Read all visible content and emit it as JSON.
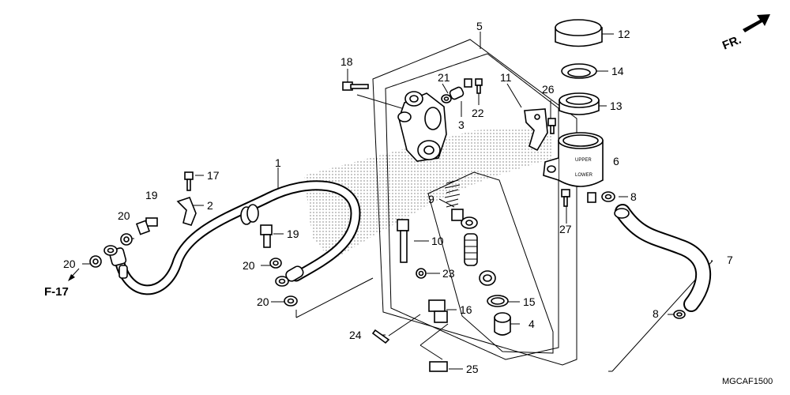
{
  "diagram": {
    "orientation": "FR.",
    "reference": "F-17",
    "code": "MGCAF1500",
    "reservoir_marks": {
      "upper": "UPPER",
      "lower": "LOWER"
    },
    "callouts": [
      {
        "id": "c1",
        "label": "1"
      },
      {
        "id": "c2",
        "label": "2"
      },
      {
        "id": "c3",
        "label": "3"
      },
      {
        "id": "c4",
        "label": "4"
      },
      {
        "id": "c5",
        "label": "5"
      },
      {
        "id": "c6",
        "label": "6"
      },
      {
        "id": "c7",
        "label": "7"
      },
      {
        "id": "c8a",
        "label": "8"
      },
      {
        "id": "c8b",
        "label": "8"
      },
      {
        "id": "c9",
        "label": "9"
      },
      {
        "id": "c10",
        "label": "10"
      },
      {
        "id": "c11",
        "label": "11"
      },
      {
        "id": "c12",
        "label": "12"
      },
      {
        "id": "c13",
        "label": "13"
      },
      {
        "id": "c14",
        "label": "14"
      },
      {
        "id": "c15",
        "label": "15"
      },
      {
        "id": "c16",
        "label": "16"
      },
      {
        "id": "c17",
        "label": "17"
      },
      {
        "id": "c18",
        "label": "18"
      },
      {
        "id": "c19a",
        "label": "19"
      },
      {
        "id": "c19b",
        "label": "19"
      },
      {
        "id": "c20a",
        "label": "20"
      },
      {
        "id": "c20b",
        "label": "20"
      },
      {
        "id": "c20c",
        "label": "20"
      },
      {
        "id": "c20d",
        "label": "20"
      },
      {
        "id": "c21",
        "label": "21"
      },
      {
        "id": "c22",
        "label": "22"
      },
      {
        "id": "c23",
        "label": "23"
      },
      {
        "id": "c24",
        "label": "24"
      },
      {
        "id": "c25",
        "label": "25"
      },
      {
        "id": "c26",
        "label": "26"
      },
      {
        "id": "c27",
        "label": "27"
      }
    ]
  }
}
